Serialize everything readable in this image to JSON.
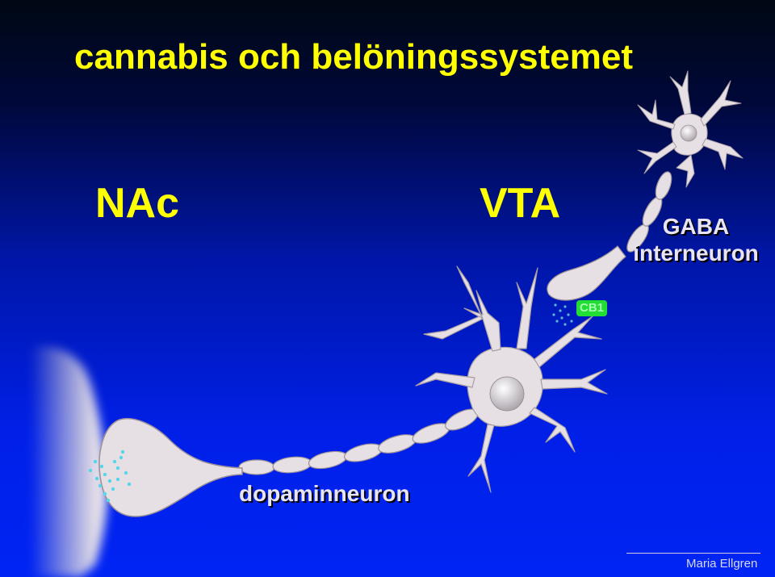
{
  "slide": {
    "title": "cannabis och belöningssystemet",
    "region_left": "NAc",
    "region_right": "VTA",
    "gaba_line1": "GABA",
    "gaba_line2": "interneuron",
    "receptor": "CB1",
    "dopamine_label": "dopaminneuron",
    "credit": "Maria Ellgren"
  },
  "colors": {
    "background": "#0020e8",
    "title": "#ffff00",
    "neuron": "#e8e2e4",
    "receptor": "#22dd33",
    "vesicle": "#56d6e8"
  },
  "icons": [
    "neuron-cell-body",
    "axon",
    "synaptic-terminal",
    "vesicles"
  ]
}
